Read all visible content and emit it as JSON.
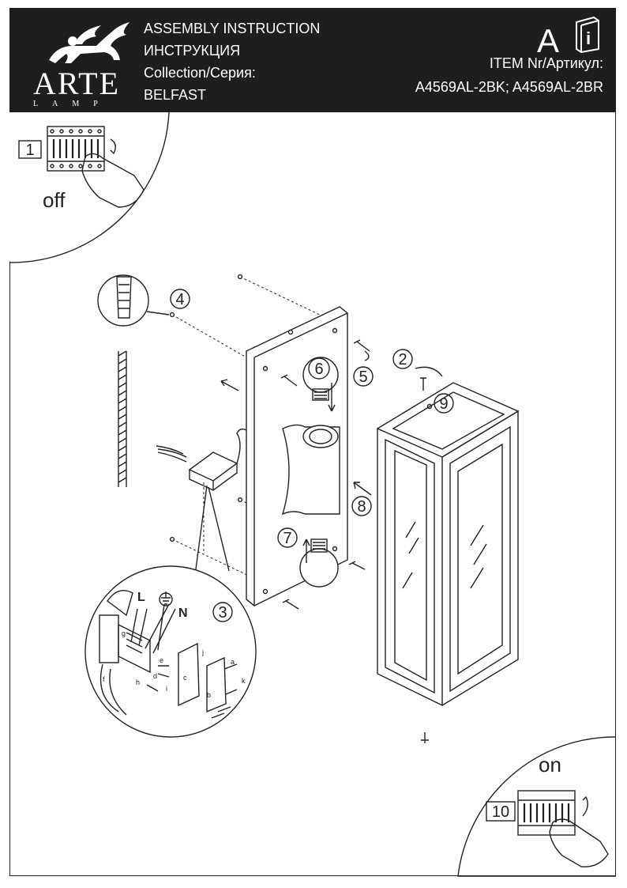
{
  "header": {
    "logo_word": "ARTE",
    "logo_sub": "LAMP",
    "title_en": "ASSEMBLY INSTRUCTION",
    "title_ru": "ИНСТРУКЦИЯ",
    "collection_label": "Collection/Серия:",
    "collection_name": "BELFAST",
    "info_letter": "A",
    "info_icon_glyph": "i",
    "item_label": "ITEM Nr/Артикул:",
    "item_codes": "A4569AL-2BK; A4569AL-2BR"
  },
  "steps": {
    "s1": "1",
    "s2": "2",
    "s3": "3",
    "s4": "4",
    "s5": "5",
    "s6": "6",
    "s7": "7",
    "s8": "8",
    "s9": "9",
    "s10": "10"
  },
  "switch_states": {
    "off": "off",
    "on": "on"
  },
  "wiring_labels": {
    "L": "L",
    "N": "N",
    "a": "a",
    "b": "b",
    "c": "c",
    "d": "d",
    "e": "e",
    "f": "f",
    "g": "g",
    "h": "h",
    "i": "i",
    "j": "j",
    "k": "k"
  },
  "icons": [
    "winged-lion-logo",
    "info-book-icon",
    "hand-icon",
    "ground-icon",
    "screw-icon",
    "bulb-icon",
    "dowel-icon"
  ]
}
